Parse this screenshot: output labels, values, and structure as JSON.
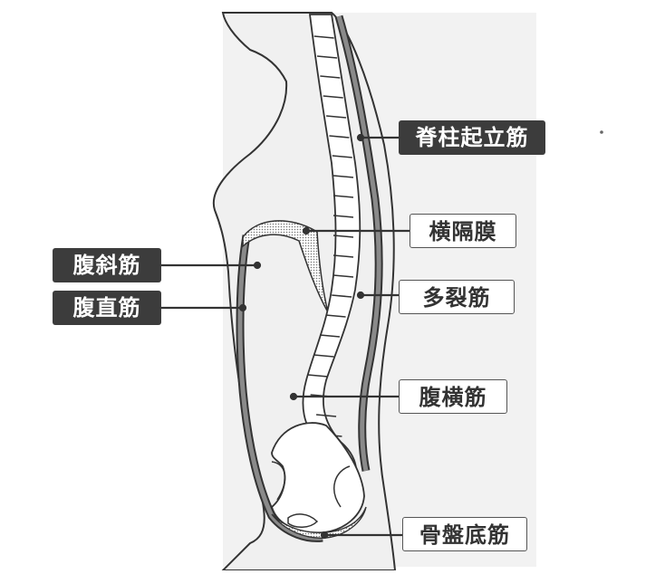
{
  "labels": {
    "erector_spinae": "脊柱起立筋",
    "diaphragm": "横隔膜",
    "obliques": "腹斜筋",
    "rectus_abdominis": "腹直筋",
    "multifidus": "多裂筋",
    "transversus_abdominis": "腹横筋",
    "pelvic_floor": "骨盤底筋"
  },
  "colors": {
    "body_fill": "#f0f0f0",
    "outline": "#333333",
    "muscle_gray": "#8a8a8a",
    "dark_label": "#3c3c3c",
    "dotted_muscle": "#cfcfcf"
  }
}
